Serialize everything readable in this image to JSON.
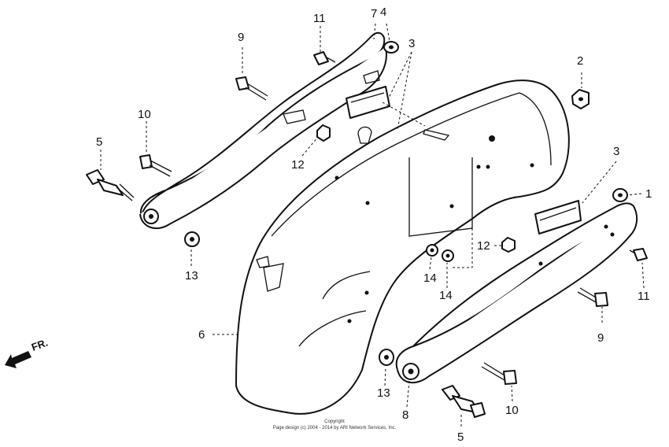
{
  "callouts": {
    "c1": "1",
    "c2": "2",
    "c3a": "3",
    "c3b": "3",
    "c4": "4",
    "c5a": "5",
    "c5b": "5",
    "c6": "6",
    "c7": "7",
    "c8": "8",
    "c9a": "9",
    "c9b": "9",
    "c10a": "10",
    "c10b": "10",
    "c11a": "11",
    "c11b": "11",
    "c12a": "12",
    "c12b": "12",
    "c13a": "13",
    "c13b": "13",
    "c14a": "14",
    "c14b": "14"
  },
  "direction_label": "FR.",
  "copyright": {
    "line1": "Copyright",
    "line2": "Page design (c) 2004 - 2014 by ARI Network Services, Inc."
  }
}
